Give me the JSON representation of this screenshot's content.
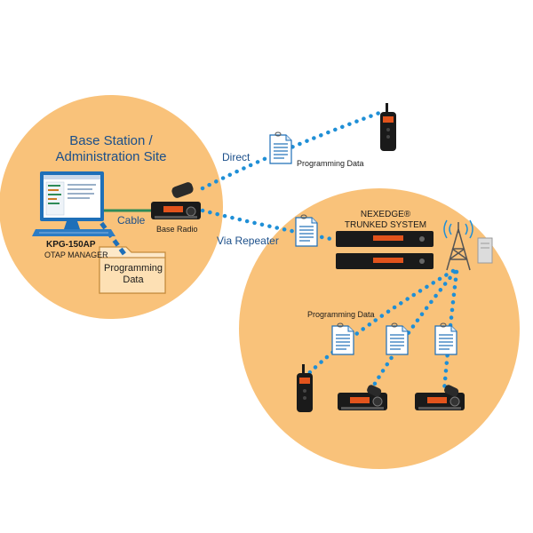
{
  "base_site": {
    "title_line1": "Base Station /",
    "title_line2": "Administration Site",
    "manager_name": "KPG-150AP",
    "manager_sub": "OTAP MANAGER",
    "cable_label": "Cable",
    "base_radio_label": "Base Radio",
    "folder_line1": "Programming",
    "folder_line2": "Data"
  },
  "links": {
    "direct_label": "Direct",
    "direct_doc_label": "Programming Data",
    "repeater_label": "Via Repeater"
  },
  "trunked_site": {
    "system_line1": "NEXEDGE®",
    "system_line2": "TRUNKED SYSTEM",
    "programming_label": "Programming Data"
  },
  "colors": {
    "circle_fill": "#f9c27a",
    "dot_blue": "#1f8fd6",
    "folder_dash": "#1e6fb8",
    "title_blue": "#1b4f8a",
    "cable_green": "#2e8b57"
  }
}
